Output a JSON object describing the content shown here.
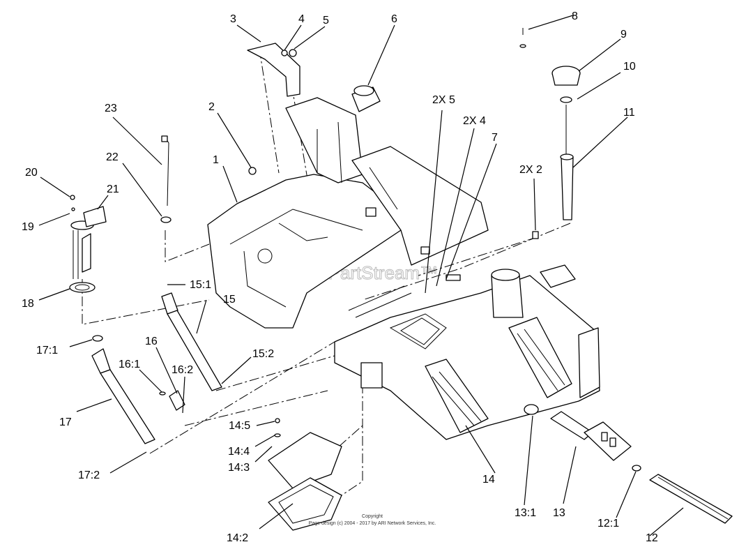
{
  "watermark": "ARI PartStream™",
  "copyright": {
    "line1": "Copyright",
    "line2": "Page design (c) 2004 - 2017 by ARI Network Services, Inc."
  },
  "callouts": {
    "c1": "1",
    "c2": "2",
    "c3": "3",
    "c4": "4",
    "c5": "5",
    "c6": "6",
    "c7": "7",
    "c8": "8",
    "c9": "9",
    "c10": "10",
    "c11": "11",
    "c12": "12",
    "c12_1": "12:1",
    "c13": "13",
    "c13_1": "13:1",
    "c14": "14",
    "c14_2": "14:2",
    "c14_3": "14:3",
    "c14_4": "14:4",
    "c14_5": "14:5",
    "c15": "15",
    "c15_1": "15:1",
    "c15_2": "15:2",
    "c16": "16",
    "c16_1": "16:1",
    "c16_2": "16:2",
    "c17": "17",
    "c17_1": "17:1",
    "c17_2": "17:2",
    "c18": "18",
    "c19": "19",
    "c20": "20",
    "c21": "21",
    "c22": "22",
    "c23": "23",
    "c2x5": "2X 5",
    "c2x4": "2X 4",
    "c2x2": "2X 2"
  }
}
